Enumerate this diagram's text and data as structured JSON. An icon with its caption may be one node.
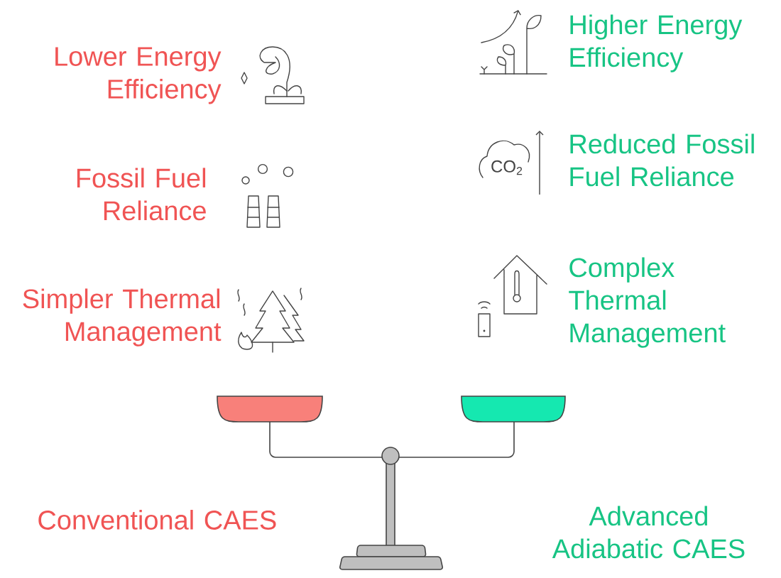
{
  "diagram": {
    "labels": [
      "Higher Energy Efficiency",
      "Lower Energy Efficiency",
      "Fossil Fuel Reliance",
      "Reduced Fossil Fuel Reliance",
      "CO$_{2}$",
      "Simpler Thermal Management",
      "Complex Thermal Management",
      "Conventional CAES",
      "Advanced Adiabatic CAES"
    ]
  }
}
